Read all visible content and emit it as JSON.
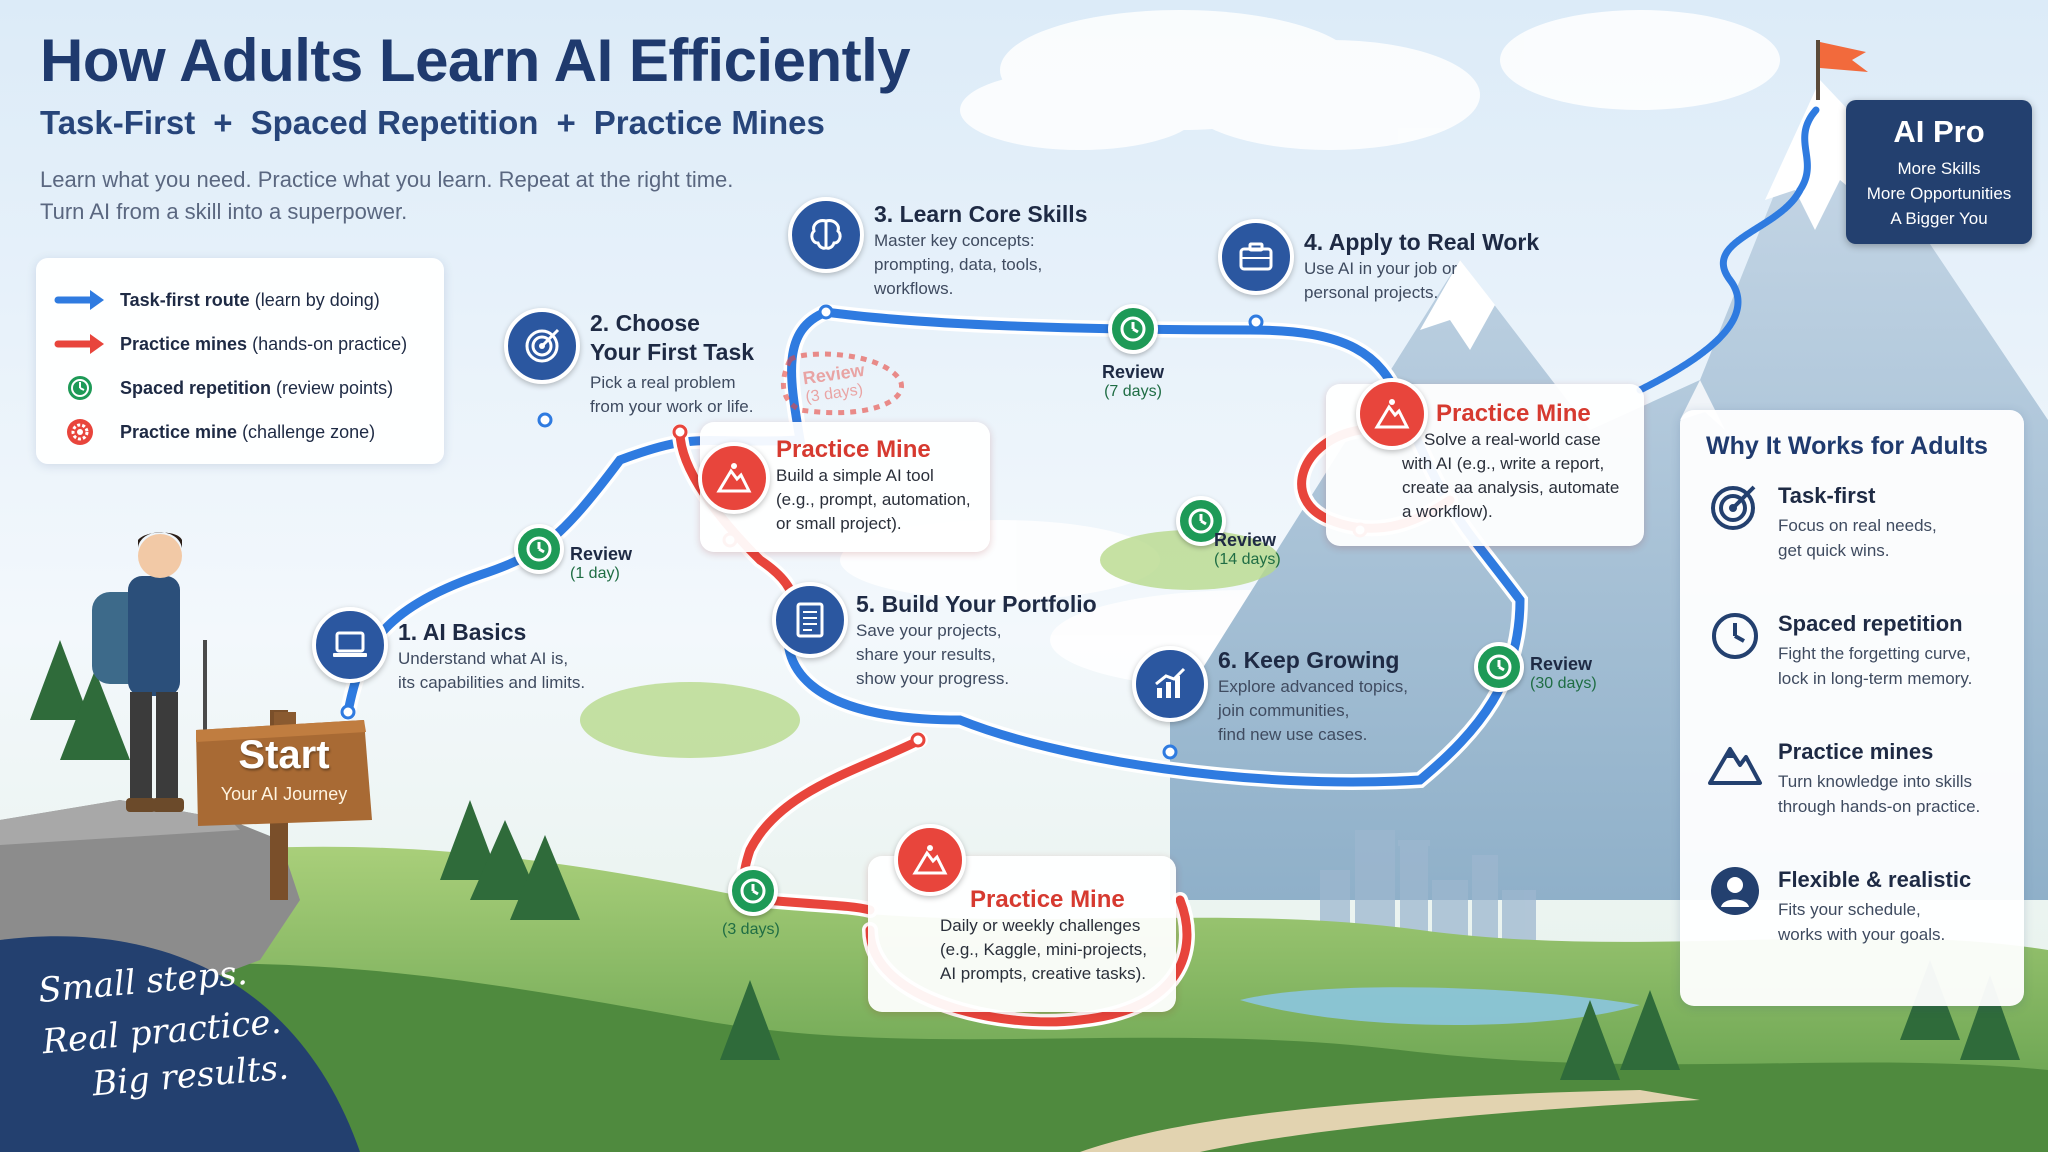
{
  "header": {
    "title": "How Adults Learn AI Efficiently",
    "subtitle_parts": [
      "Task-First",
      "+",
      "Spaced Repetition",
      "+",
      "Practice Mines"
    ],
    "tagline_lines": [
      "Learn what you need.  Practice what you learn.  Repeat at the right time.",
      "Turn AI from a skill into a superpower."
    ]
  },
  "legend": [
    {
      "bold": "Task-first route",
      "rest": " (learn by doing)",
      "symbol": "blue-arrow"
    },
    {
      "bold": "Practice mines",
      "rest": " (hands-on practice)",
      "symbol": "red-arrow"
    },
    {
      "bold": "Spaced repetition",
      "rest": " (review points)",
      "symbol": "green-clock"
    },
    {
      "bold": "Practice mine",
      "rest": " (challenge zone)",
      "symbol": "red-gear"
    }
  ],
  "steps": [
    {
      "title": "1. AI Basics",
      "desc_lines": [
        "Understand what AI is,",
        "its capabilities and limits."
      ],
      "icon": "laptop-icon"
    },
    {
      "title_lines": [
        "2. Choose",
        "Your First Task"
      ],
      "desc_lines": [
        "Pick a real problem",
        "from your work or life."
      ],
      "icon": "target-icon"
    },
    {
      "title": "3. Learn Core Skills",
      "desc_lines": [
        "Master key concepts:",
        "prompting, data, tools,",
        "workflows."
      ],
      "icon": "brain-icon"
    },
    {
      "title": "4. Apply to Real Work",
      "desc_lines": [
        "Use AI in your job or",
        "personal projects."
      ],
      "icon": "briefcase-icon"
    },
    {
      "title": "5. Build Your Portfolio",
      "desc_lines": [
        "Save your projects,",
        "share your results,",
        "show your progress."
      ],
      "icon": "document-icon"
    },
    {
      "title": "6. Keep Growing",
      "desc_lines": [
        "Explore advanced topics,",
        "join communities,",
        "find new use cases."
      ],
      "icon": "growth-chart-icon"
    }
  ],
  "reviews": [
    {
      "label": "Review",
      "days": "(1 day)"
    },
    {
      "label": "Review",
      "days": "(7 days)"
    },
    {
      "label": "Review",
      "days": "(14 days)"
    },
    {
      "label": "Review",
      "days": "(30 days)"
    },
    {
      "label": "",
      "days": "(3 days)"
    }
  ],
  "faint_review": {
    "label": "Review",
    "days": "(3 days)"
  },
  "mines": [
    {
      "title": "Practice Mine",
      "desc_lines": [
        "Build a simple AI tool",
        "(e.g., prompt, automation,",
        "or small project)."
      ]
    },
    {
      "title": "Practice Mine",
      "desc_lines": [
        "Solve a real-world case",
        "with AI (e.g., write a report,",
        "create aa analysis, automate",
        "a workflow)."
      ]
    },
    {
      "title": "Practice Mine",
      "desc_lines": [
        "Daily or weekly challenges",
        "(e.g., Kaggle, mini-projects,",
        "AI prompts, creative tasks)."
      ]
    }
  ],
  "why": {
    "title": "Why It Works for Adults",
    "items": [
      {
        "title": "Task-first",
        "desc_lines": [
          "Focus on real needs,",
          "get quick wins."
        ],
        "icon": "target-icon"
      },
      {
        "title": "Spaced repetition",
        "desc_lines": [
          "Fight the forgetting curve,",
          "lock in long-term memory."
        ],
        "icon": "clock-icon"
      },
      {
        "title": "Practice mines",
        "desc_lines": [
          "Turn knowledge into skills",
          "through hands-on practice."
        ],
        "icon": "mountain-icon"
      },
      {
        "title": "Flexible & realistic",
        "desc_lines": [
          "Fits your schedule,",
          "works with your goals."
        ],
        "icon": "person-icon"
      }
    ]
  },
  "aipro": {
    "title": "AI Pro",
    "lines": [
      "More Skills",
      "More Opportunities",
      "A Bigger You"
    ]
  },
  "start": {
    "title": "Start",
    "subtitle": "Your AI Journey"
  },
  "slogan": [
    "Small steps.",
    "Real practice.",
    "Big results."
  ],
  "colors": {
    "route_blue": "#2f7be0",
    "mine_red": "#e8453c",
    "review_green": "#1e9a57",
    "navy": "#1f3a6e"
  }
}
